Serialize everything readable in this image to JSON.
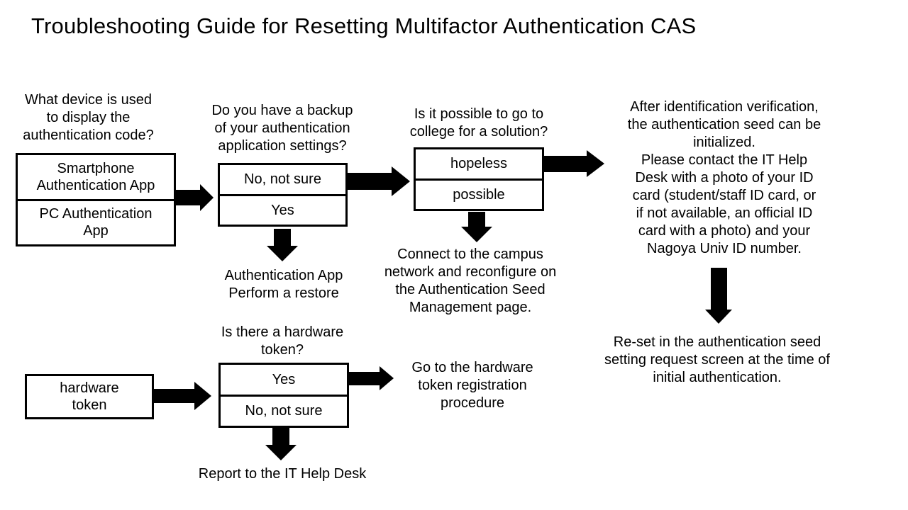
{
  "title": "Troubleshooting Guide for Resetting Multifactor Authentication CAS",
  "colors": {
    "ink": "#000000",
    "background": "#ffffff"
  },
  "flow_top": {
    "device_question": "What device is used\nto display the\nauthentication code?",
    "device_options": [
      "Smartphone\nAuthentication App",
      "PC Authentication\nApp"
    ],
    "backup_question": "Do you have a backup\nof your authentication\napplication settings?",
    "backup_options": [
      "No, not sure",
      "Yes"
    ],
    "restore_action": "Authentication App\nPerform a restore",
    "college_question": "Is it possible to go to\ncollege for a solution?",
    "college_options": [
      "hopeless",
      "possible"
    ],
    "campus_action": "Connect to the campus\nnetwork and reconfigure on\nthe Authentication Seed\nManagement page.",
    "helpdesk_info": "After identification verification,\nthe authentication seed can be\ninitialized.\nPlease contact the IT Help\nDesk with a photo of your ID\ncard (student/staff ID card, or\nif not available, an official ID\ncard with a photo) and your\nNagoya Univ ID number.",
    "reset_action": "Re-set in the authentication seed\nsetting request screen at the time of\ninitial authentication."
  },
  "flow_bottom": {
    "hardware_token_label": "hardware\ntoken",
    "token_question": "Is there a hardware\ntoken?",
    "token_options": [
      "Yes",
      "No, not sure"
    ],
    "register_action": "Go to the hardware\ntoken registration\nprocedure",
    "report_action": "Report to the IT Help Desk"
  }
}
